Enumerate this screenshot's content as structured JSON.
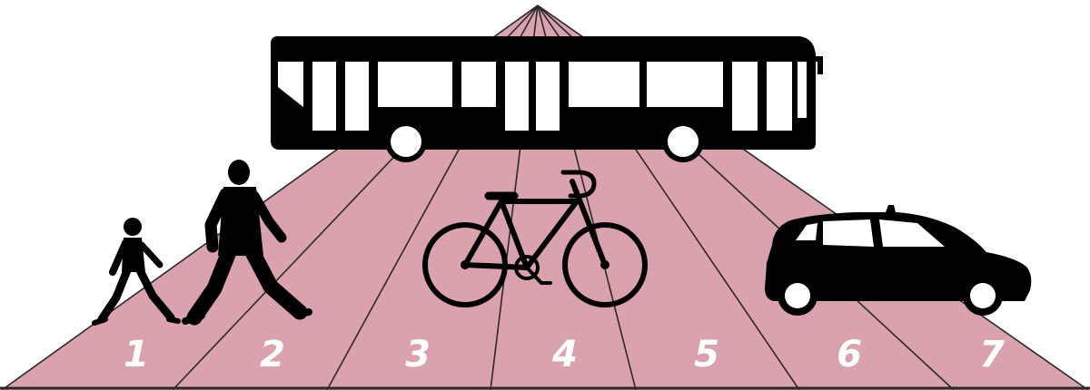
{
  "colors": {
    "road": "#d9a2ad",
    "line": "#2a2a2a",
    "silhouette": "#000000",
    "lane_number": "#ffffff",
    "background": "#ffffff"
  },
  "lanes": [
    {
      "number": "1"
    },
    {
      "number": "2"
    },
    {
      "number": "3"
    },
    {
      "number": "4"
    },
    {
      "number": "5"
    },
    {
      "number": "6"
    },
    {
      "number": "7"
    }
  ],
  "icons": [
    "bus-icon",
    "child-pedestrian-icon",
    "adult-pedestrian-icon",
    "bicycle-icon",
    "car-icon"
  ]
}
